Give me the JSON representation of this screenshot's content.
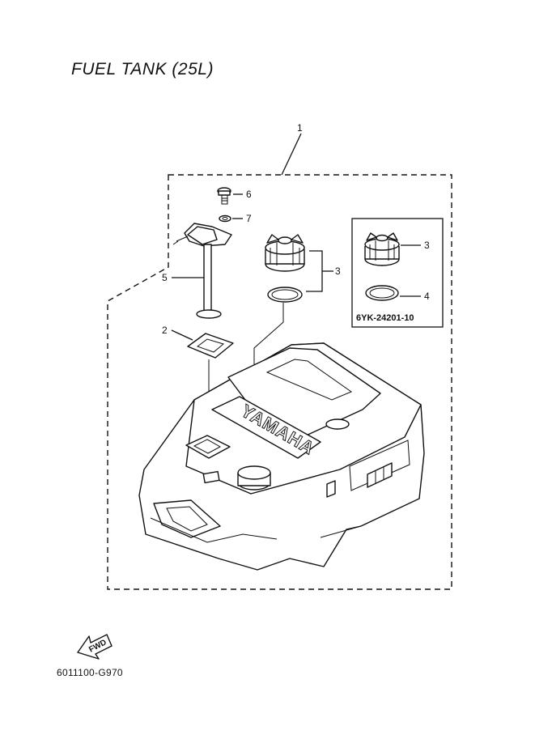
{
  "title": "FUEL TANK (25L)",
  "diagram_code": "6011100-G970",
  "kit": {
    "part_number": "6YK-24201-10",
    "callouts": [
      "3",
      "4"
    ]
  },
  "callouts": {
    "c1": "1",
    "c2": "2",
    "c3": "3",
    "c5": "5",
    "c6": "6",
    "c7": "7"
  },
  "tank_brand": "YAMAHA",
  "direction_label": "FWD"
}
